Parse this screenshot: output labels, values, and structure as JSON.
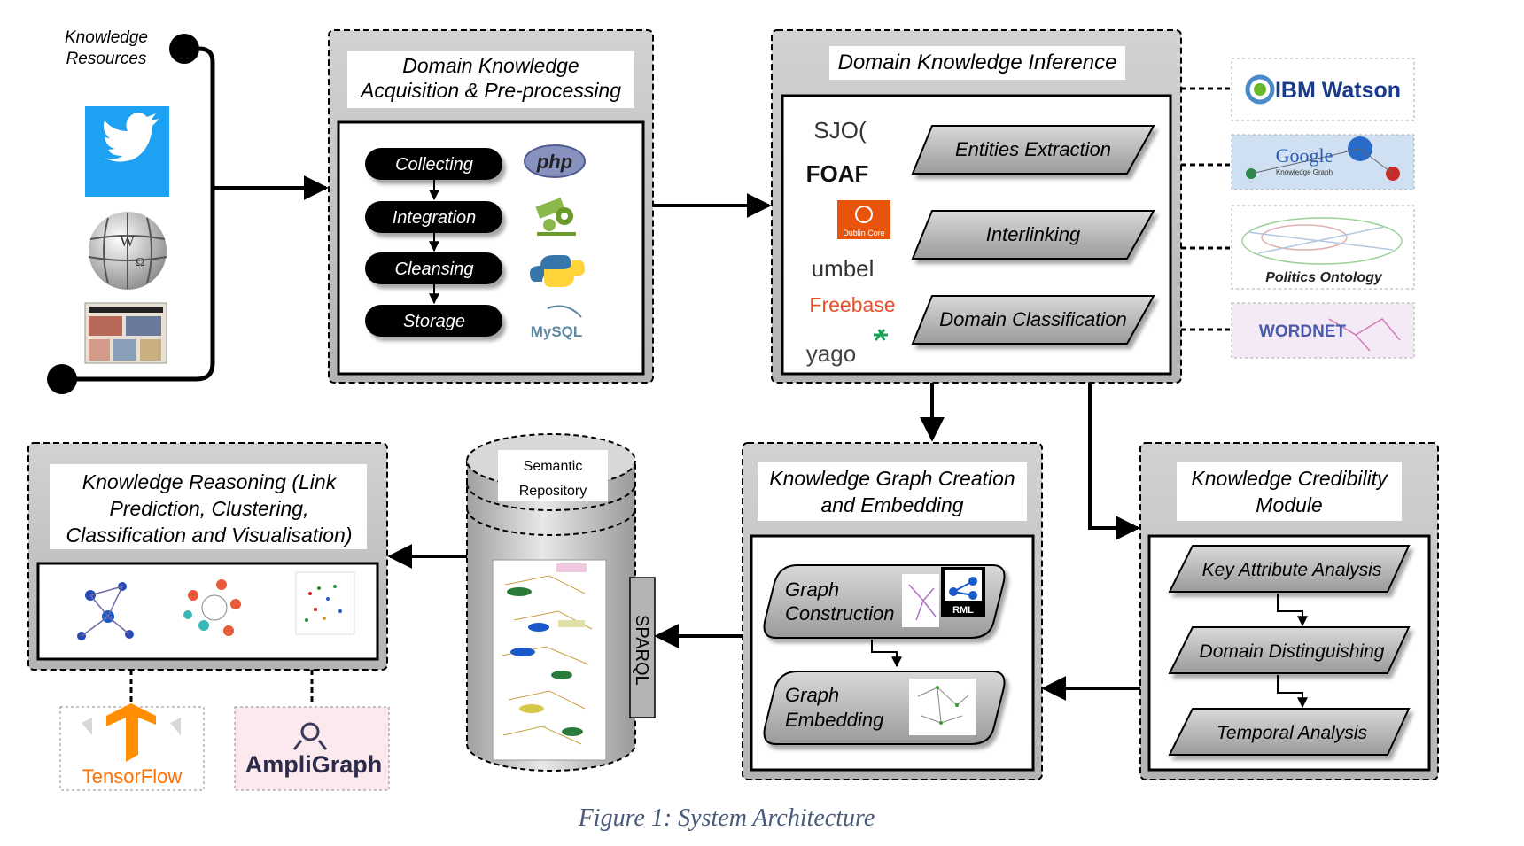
{
  "resources": {
    "label_line1": "Knowledge",
    "label_line2": "Resources"
  },
  "acquisition": {
    "title_line1": "Domain Knowledge",
    "title_line2": "Acquisition & Pre-processing",
    "steps": [
      "Collecting",
      "Integration",
      "Cleansing",
      "Storage"
    ],
    "tools": {
      "php": "php",
      "mysql": "MySQL"
    }
  },
  "inference": {
    "title": "Domain Knowledge Inference",
    "tasks": [
      "Entities Extraction",
      "Interlinking",
      "Domain Classification"
    ],
    "vocabularies": {
      "sioc": "SJO(",
      "foaf": "FOAF",
      "dublin_core": "Dublin Core",
      "umbel": "umbel",
      "freebase": "Freebase",
      "yago": "yago"
    },
    "external": {
      "ibm": "IBM Watson",
      "google": "Google",
      "google_sub": "Knowledge Graph",
      "politics": "Politics Ontology",
      "wordnet": "WORDNET"
    }
  },
  "kg_creation": {
    "title_line1": "Knowledge Graph Creation",
    "title_line2": "and Embedding",
    "construction_line1": "Graph",
    "construction_line2": "Construction",
    "embedding_line1": "Graph",
    "embedding_line2": "Embedding",
    "rml": "RML"
  },
  "credibility": {
    "title_line1": "Knowledge Credibility",
    "title_line2": "Module",
    "tasks": [
      "Key Attribute Analysis",
      "Domain Distinguishing",
      "Temporal Analysis"
    ]
  },
  "repository": {
    "label_line1": "Semantic",
    "label_line2": "Repository",
    "sparql": "SPARQL"
  },
  "reasoning": {
    "title_line1": "Knowledge Reasoning (Link",
    "title_line2": "Prediction, Clustering,",
    "title_line3": "Classification and Visualisation)",
    "tools": {
      "tensorflow": "TensorFlow",
      "ampligraph": "AmpliGraph"
    }
  },
  "caption": "Figure 1: System Architecture"
}
